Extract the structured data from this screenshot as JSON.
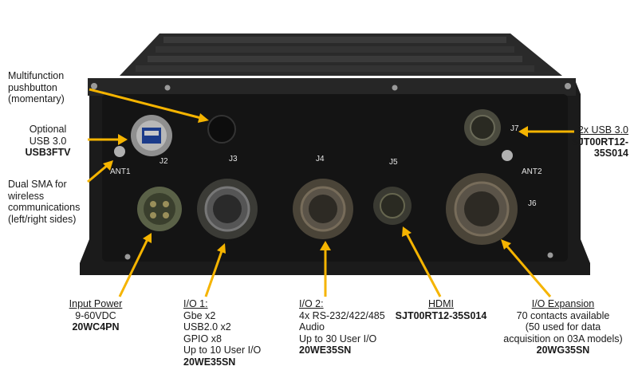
{
  "labels": {
    "pushbutton": [
      "Multifunction",
      "pushbutton",
      "(momentary)"
    ],
    "usb_opt": {
      "l1": "Optional",
      "l2": "USB 3.0",
      "part": "USB3FTV"
    },
    "sma": [
      "Dual SMA for",
      "wireless",
      "communications",
      "(left/right sides)"
    ],
    "usb_2x": {
      "title": "2x USB 3.0",
      "part1": "SJT00RT12-",
      "part2": "35S014"
    },
    "power": {
      "title": "Input Power",
      "l1": "9-60VDC",
      "part": "20WC4PN"
    },
    "io1": {
      "title": "I/O 1:",
      "lines": [
        "Gbe x2",
        "USB2.0 x2",
        "GPIO x8",
        "Up to 10 User I/O"
      ],
      "part": "20WE35SN"
    },
    "io2": {
      "title": "I/O 2:",
      "lines": [
        "4x RS-232/422/485",
        "Audio",
        "Up to 30 User I/O"
      ],
      "part": "20WE35SN"
    },
    "hdmi": {
      "title": "HDMI",
      "part": "SJT00RT12-35S014"
    },
    "ioexp": {
      "title": "I/O Expansion",
      "lines": [
        "70 contacts available",
        "(50 used for data",
        "acquisition on 03A models)"
      ],
      "part": "20WG35SN"
    }
  },
  "panel_markings": {
    "ant1": "ANT1",
    "ant2": "ANT2",
    "j2": "J2",
    "j3": "J3",
    "j4": "J4",
    "j5": "J5",
    "j6": "J6",
    "j7": "J7"
  },
  "colors": {
    "arrow": "#f5b400",
    "chassis": "#1b1b1b",
    "panel": "#141414"
  }
}
